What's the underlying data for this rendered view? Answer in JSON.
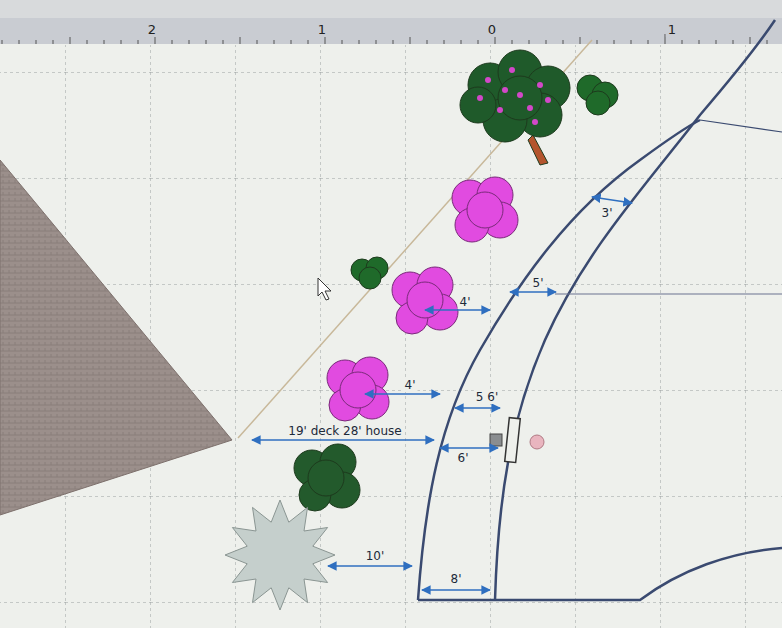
{
  "diagram": {
    "labels": [
      "2",
      "1",
      "0",
      "1",
      "3'",
      "5'",
      "4'",
      "4'",
      "5 6'",
      "19' deck 28' house",
      "6'",
      "10'",
      "8'"
    ]
  }
}
